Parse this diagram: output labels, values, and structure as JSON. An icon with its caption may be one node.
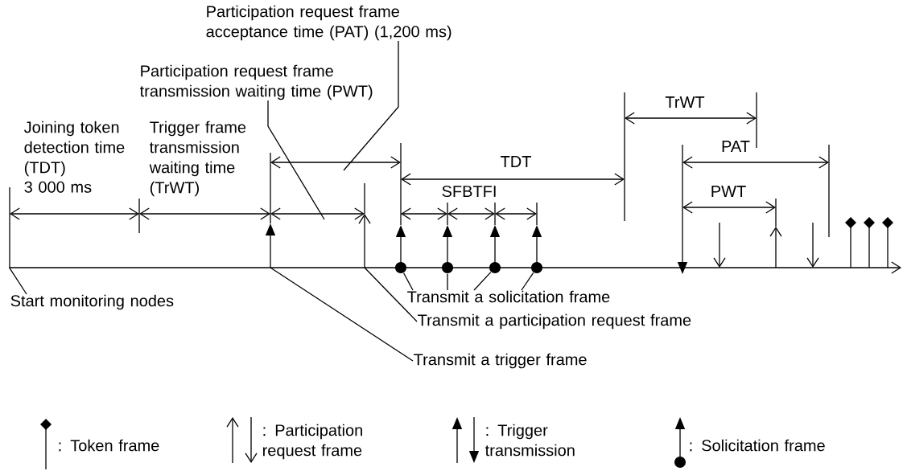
{
  "diagram": {
    "nodes": [
      {
        "text": [
          "Participation request frame acceptance time (PAT) (1,200 ms)"
        ]
      },
      {
        "text": [
          "Participation request frame transmission waiting time (PWT)"
        ]
      },
      {
        "text": [
          "Start monitoring nodes"
        ]
      },
      {
        "text": [
          "Transmit a solicitation frame"
        ]
      },
      {
        "text": [
          "Transmit a participation request frame"
        ]
      },
      {
        "text": [
          "Transmit a trigger frame"
        ]
      },
      {
        "text": [],
        "shape": "bar"
      },
      {
        "text": [],
        "shape": "circle"
      },
      {
        "text": [],
        "shape": "circle"
      },
      {
        "text": [],
        "shape": "circle"
      },
      {
        "text": [],
        "shape": "circle"
      }
    ],
    "edges": [
      {
        "from": 0,
        "to": null,
        "arrow": "none"
      },
      {
        "from": 1,
        "to": null,
        "arrow": "none"
      },
      {
        "from": 2,
        "to": 6,
        "arrow": "none"
      },
      {
        "from": 3,
        "to": 7,
        "arrow": "none"
      },
      {
        "from": 3,
        "to": 8,
        "arrow": "none"
      },
      {
        "from": 3,
        "to": 9,
        "arrow": "none"
      },
      {
        "from": 3,
        "to": 10,
        "arrow": "none"
      },
      {
        "from": 4,
        "to": null,
        "arrow": "none"
      },
      {
        "from": 5,
        "to": null,
        "arrow": "none"
      }
    ],
    "labels": [
      "Joining token detection time (TDT)",
      "3 000 ms",
      "Trigger frame transmission waiting time (TrWT)",
      "TDT",
      "SFBTFI",
      "TrWT",
      "PAT",
      "PWT"
    ],
    "legend": [
      {
        "text": ": Token frame"
      },
      {
        "text": ": Participation request frame"
      },
      {
        "text": ": Trigger transmission"
      },
      {
        "text": ": Solicitation frame"
      }
    ]
  }
}
